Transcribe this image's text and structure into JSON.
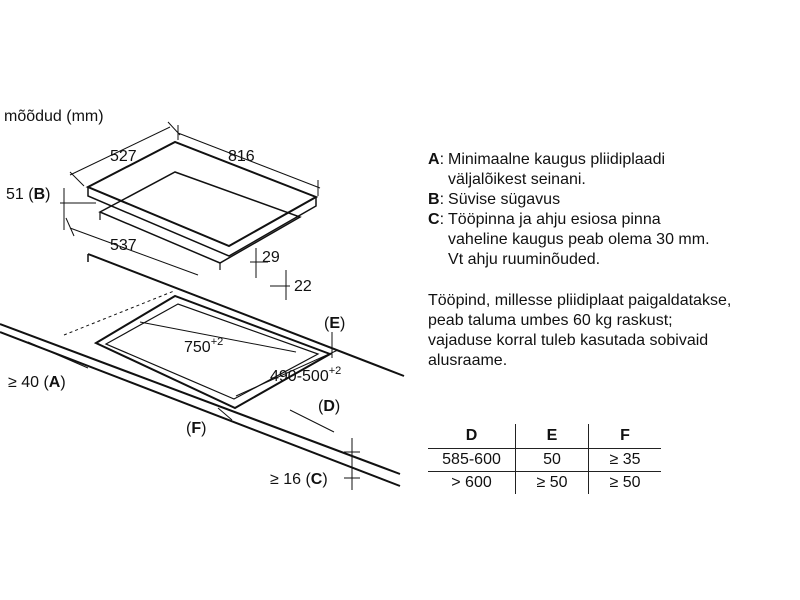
{
  "diagram": {
    "units_label": "mõõdud (mm)",
    "dim_527": "527",
    "dim_816": "816",
    "dim_51b_prefix": "51 (",
    "dim_51b_letter": "B",
    "dim_51b_suffix": ")",
    "dim_537": "537",
    "dim_29": "29",
    "dim_22": "22",
    "dim_750": "750",
    "dim_750_tol": "+2",
    "dim_490": "490-500",
    "dim_490_tol": "+2",
    "label_e_open": "(",
    "label_e": "E",
    "label_e_close": ")",
    "label_d_open": "(",
    "label_d": "D",
    "label_d_close": ")",
    "label_f_open": "(",
    "label_f": "F",
    "label_f_close": ")",
    "dim_a_prefix": "≥ 40 (",
    "dim_a_letter": "A",
    "dim_a_suffix": ")",
    "dim_c_prefix": "≥ 16 (",
    "dim_c_letter": "C",
    "dim_c_suffix": ")"
  },
  "notes": [
    {
      "letter": "A",
      "text": "Minimaalne kaugus pliidiplaadi\nväljalõikest seinani."
    },
    {
      "letter": "B",
      "text": "Süvise sügavus"
    },
    {
      "letter": "C",
      "text": "Tööpinna ja ahju esiosa pinna\nvaheline kaugus peab olema 30 mm.\nVt ahju ruuminõuded."
    }
  ],
  "paragraph": "Tööpind, millesse pliidiplaat paigaldatakse,\npeab taluma umbes 60 kg raskust;\nvajaduse korral tuleb kasutada sobivaid\nalusraame.",
  "table": {
    "headers": [
      "D",
      "E",
      "F"
    ],
    "rows": [
      [
        "585-600",
        "50",
        "≥ 35"
      ],
      [
        "> 600",
        "≥ 50",
        "≥ 50"
      ]
    ]
  }
}
